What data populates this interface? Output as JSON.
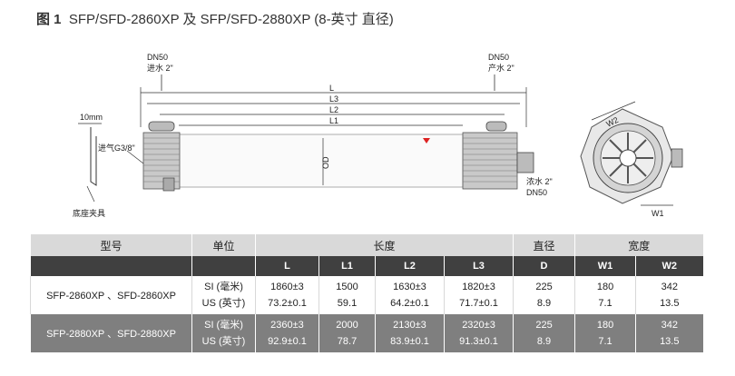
{
  "title": {
    "fig": "图 1",
    "text": "SFP/SFD-2860XP 及 SFP/SFD-2880XP (8-英寸 直径)"
  },
  "drawing": {
    "inlet_dn": "DN50",
    "inlet_label": "进水 2\"",
    "product_dn": "DN50",
    "product_label": "产水 2\"",
    "conc_label": "浓水 2\"",
    "conc_dn": "DN50",
    "air_label": "进气G3/8\"",
    "clamp_width": "10mm",
    "base_label": "底座夹具",
    "dims": [
      "L",
      "L3",
      "L2",
      "L1",
      "OD",
      "W1",
      "W2"
    ]
  },
  "table": {
    "group_headers": [
      "型号",
      "单位",
      "长度",
      "直径",
      "宽度"
    ],
    "sub_headers": [
      "L",
      "L1",
      "L2",
      "L3",
      "D",
      "W1",
      "W2"
    ],
    "rows": [
      {
        "model": "SFP-2860XP 、SFD-2860XP",
        "units": [
          "SI (毫米)",
          "US (英寸)"
        ],
        "L": [
          "1860±3",
          "73.2±0.1"
        ],
        "L1": [
          "1500",
          "59.1"
        ],
        "L2": [
          "1630±3",
          "64.2±0.1"
        ],
        "L3": [
          "1820±3",
          "71.7±0.1"
        ],
        "D": [
          "225",
          "8.9"
        ],
        "W1": [
          "180",
          "7.1"
        ],
        "W2": [
          "342",
          "13.5"
        ]
      },
      {
        "model": "SFP-2880XP 、SFD-2880XP",
        "units": [
          "SI (毫米)",
          "US (英寸)"
        ],
        "L": [
          "2360±3",
          "92.9±0.1"
        ],
        "L1": [
          "2000",
          "78.7"
        ],
        "L2": [
          "2130±3",
          "83.9±0.1"
        ],
        "L3": [
          "2320±3",
          "91.3±0.1"
        ],
        "D": [
          "225",
          "8.9"
        ],
        "W1": [
          "180",
          "7.1"
        ],
        "W2": [
          "342",
          "13.5"
        ]
      }
    ]
  }
}
